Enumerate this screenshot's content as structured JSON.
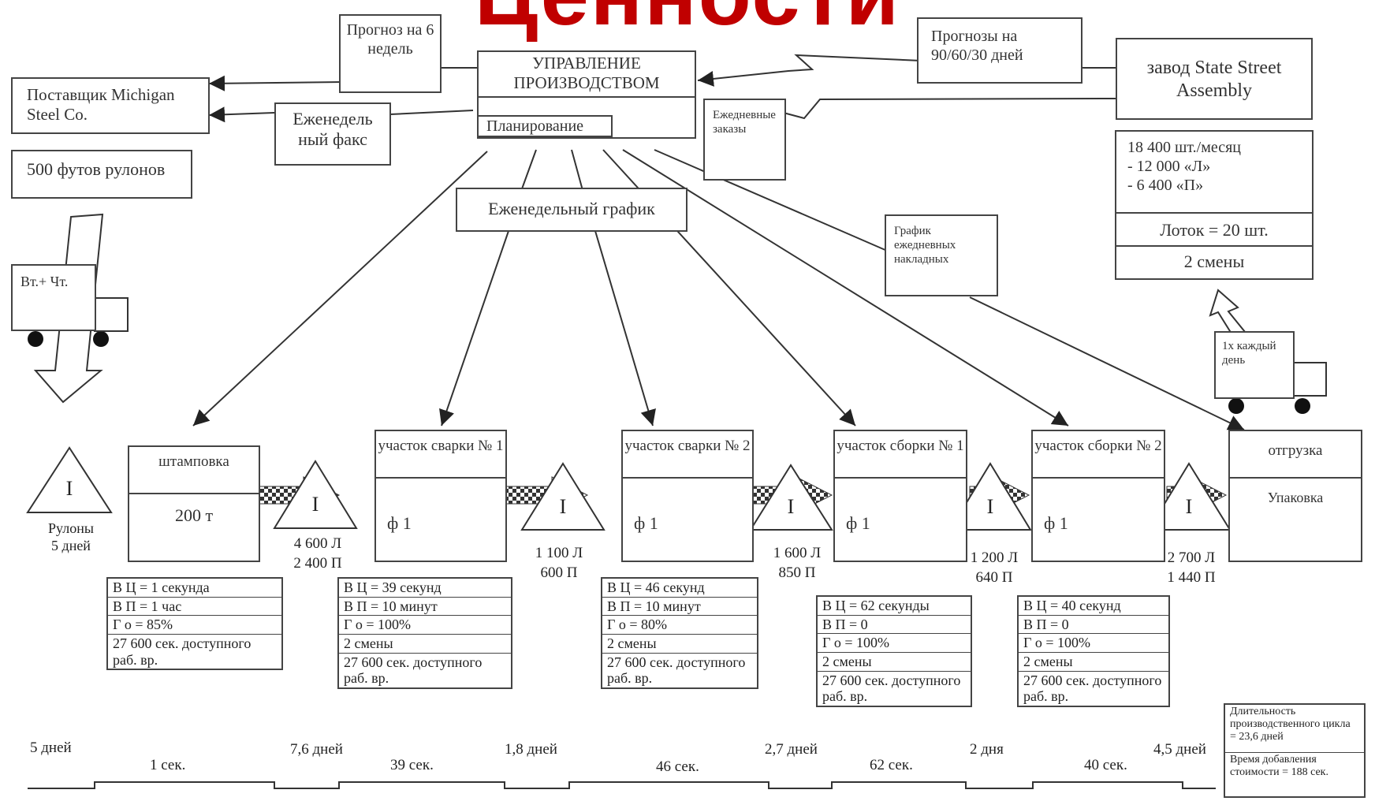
{
  "title": "Ценности",
  "supplier": {
    "name": "Поставщик Michigan Steel Co.",
    "note": "500 футов рулонов"
  },
  "forecast6": "Прогноз на 6 недель",
  "weekly_fax": "Еженедель ный факс",
  "control": {
    "title": "УПРАВЛЕНИЕ ПРОИЗВОДСТВОМ",
    "sub": "Планирование"
  },
  "forecast90": "Прогнозы на 90/60/30 дней",
  "daily_orders": "Ежедневные заказы",
  "customer": {
    "name": "завод State Street Assembly",
    "demand": [
      "18 400 шт./месяц",
      "- 12 000 «Л»",
      "- 6 400 «П»"
    ],
    "tray": "Лоток = 20 шт.",
    "shifts": "2 смены"
  },
  "weekly_schedule": "Еженедельный график",
  "daily_ship_schedule": "График ежедневных накладных",
  "truck_in": "Вт.+ Чт.",
  "truck_out": "1х каждый день",
  "raw_inventory": {
    "symbol": "I",
    "label1": "Рулоны",
    "label2": "5 дней"
  },
  "processes": [
    {
      "name": "штамповка",
      "body": "200 т"
    },
    {
      "name": "участок сварки № 1",
      "body": "ф 1"
    },
    {
      "name": "участок сварки № 2",
      "body": "ф 1"
    },
    {
      "name": "участок сборки № 1",
      "body": "ф 1"
    },
    {
      "name": "участок сборки № 2",
      "body": "ф 1"
    },
    {
      "name": "отгрузка",
      "body": "Упаковка"
    }
  ],
  "inventories": [
    {
      "symbol": "I",
      "l1": "4 600 Л",
      "l2": "2 400 П"
    },
    {
      "symbol": "I",
      "l1": "1 100 Л",
      "l2": "600 П"
    },
    {
      "symbol": "I",
      "l1": "1 600 Л",
      "l2": "850 П"
    },
    {
      "symbol": "I",
      "l1": "1 200 Л",
      "l2": "640 П"
    },
    {
      "symbol": "I",
      "l1": "2 700 Л",
      "l2": "1 440 П"
    }
  ],
  "data_boxes": [
    [
      "В Ц = 1 секунда",
      "В П = 1 час",
      "Г о = 85%",
      "27 600 сек. доступного раб. вр."
    ],
    [
      "В Ц = 39 секунд",
      "В П = 10 минут",
      "Г о = 100%",
      "2 смены",
      "27 600 сек. доступного раб. вр."
    ],
    [
      "В Ц = 46 секунд",
      "В П = 10 минут",
      "Г о = 80%",
      "2 смены",
      "27 600 сек. доступного раб. вр."
    ],
    [
      "В Ц = 62 секунды",
      "В П = 0",
      "Г о = 100%",
      "2 смены",
      "27 600 сек. доступного раб. вр."
    ],
    [
      "В Ц = 40 секунд",
      "В П = 0",
      "Г о = 100%",
      "2 смены",
      "27 600 сек. доступного раб. вр."
    ]
  ],
  "timeline": {
    "days": [
      "5 дней",
      "7,6 дней",
      "1,8 дней",
      "2,7 дней",
      "2 дня",
      "4,5 дней"
    ],
    "secs": [
      "1 сек.",
      "39 сек.",
      "46 сек.",
      "62 сек.",
      "40 сек."
    ],
    "summary1": "Длительность производственного цикла = 23,6 дней",
    "summary2": "Время добавления стоимости = 188 сек."
  },
  "colors": {
    "title": "#c00000",
    "line": "#444444"
  }
}
